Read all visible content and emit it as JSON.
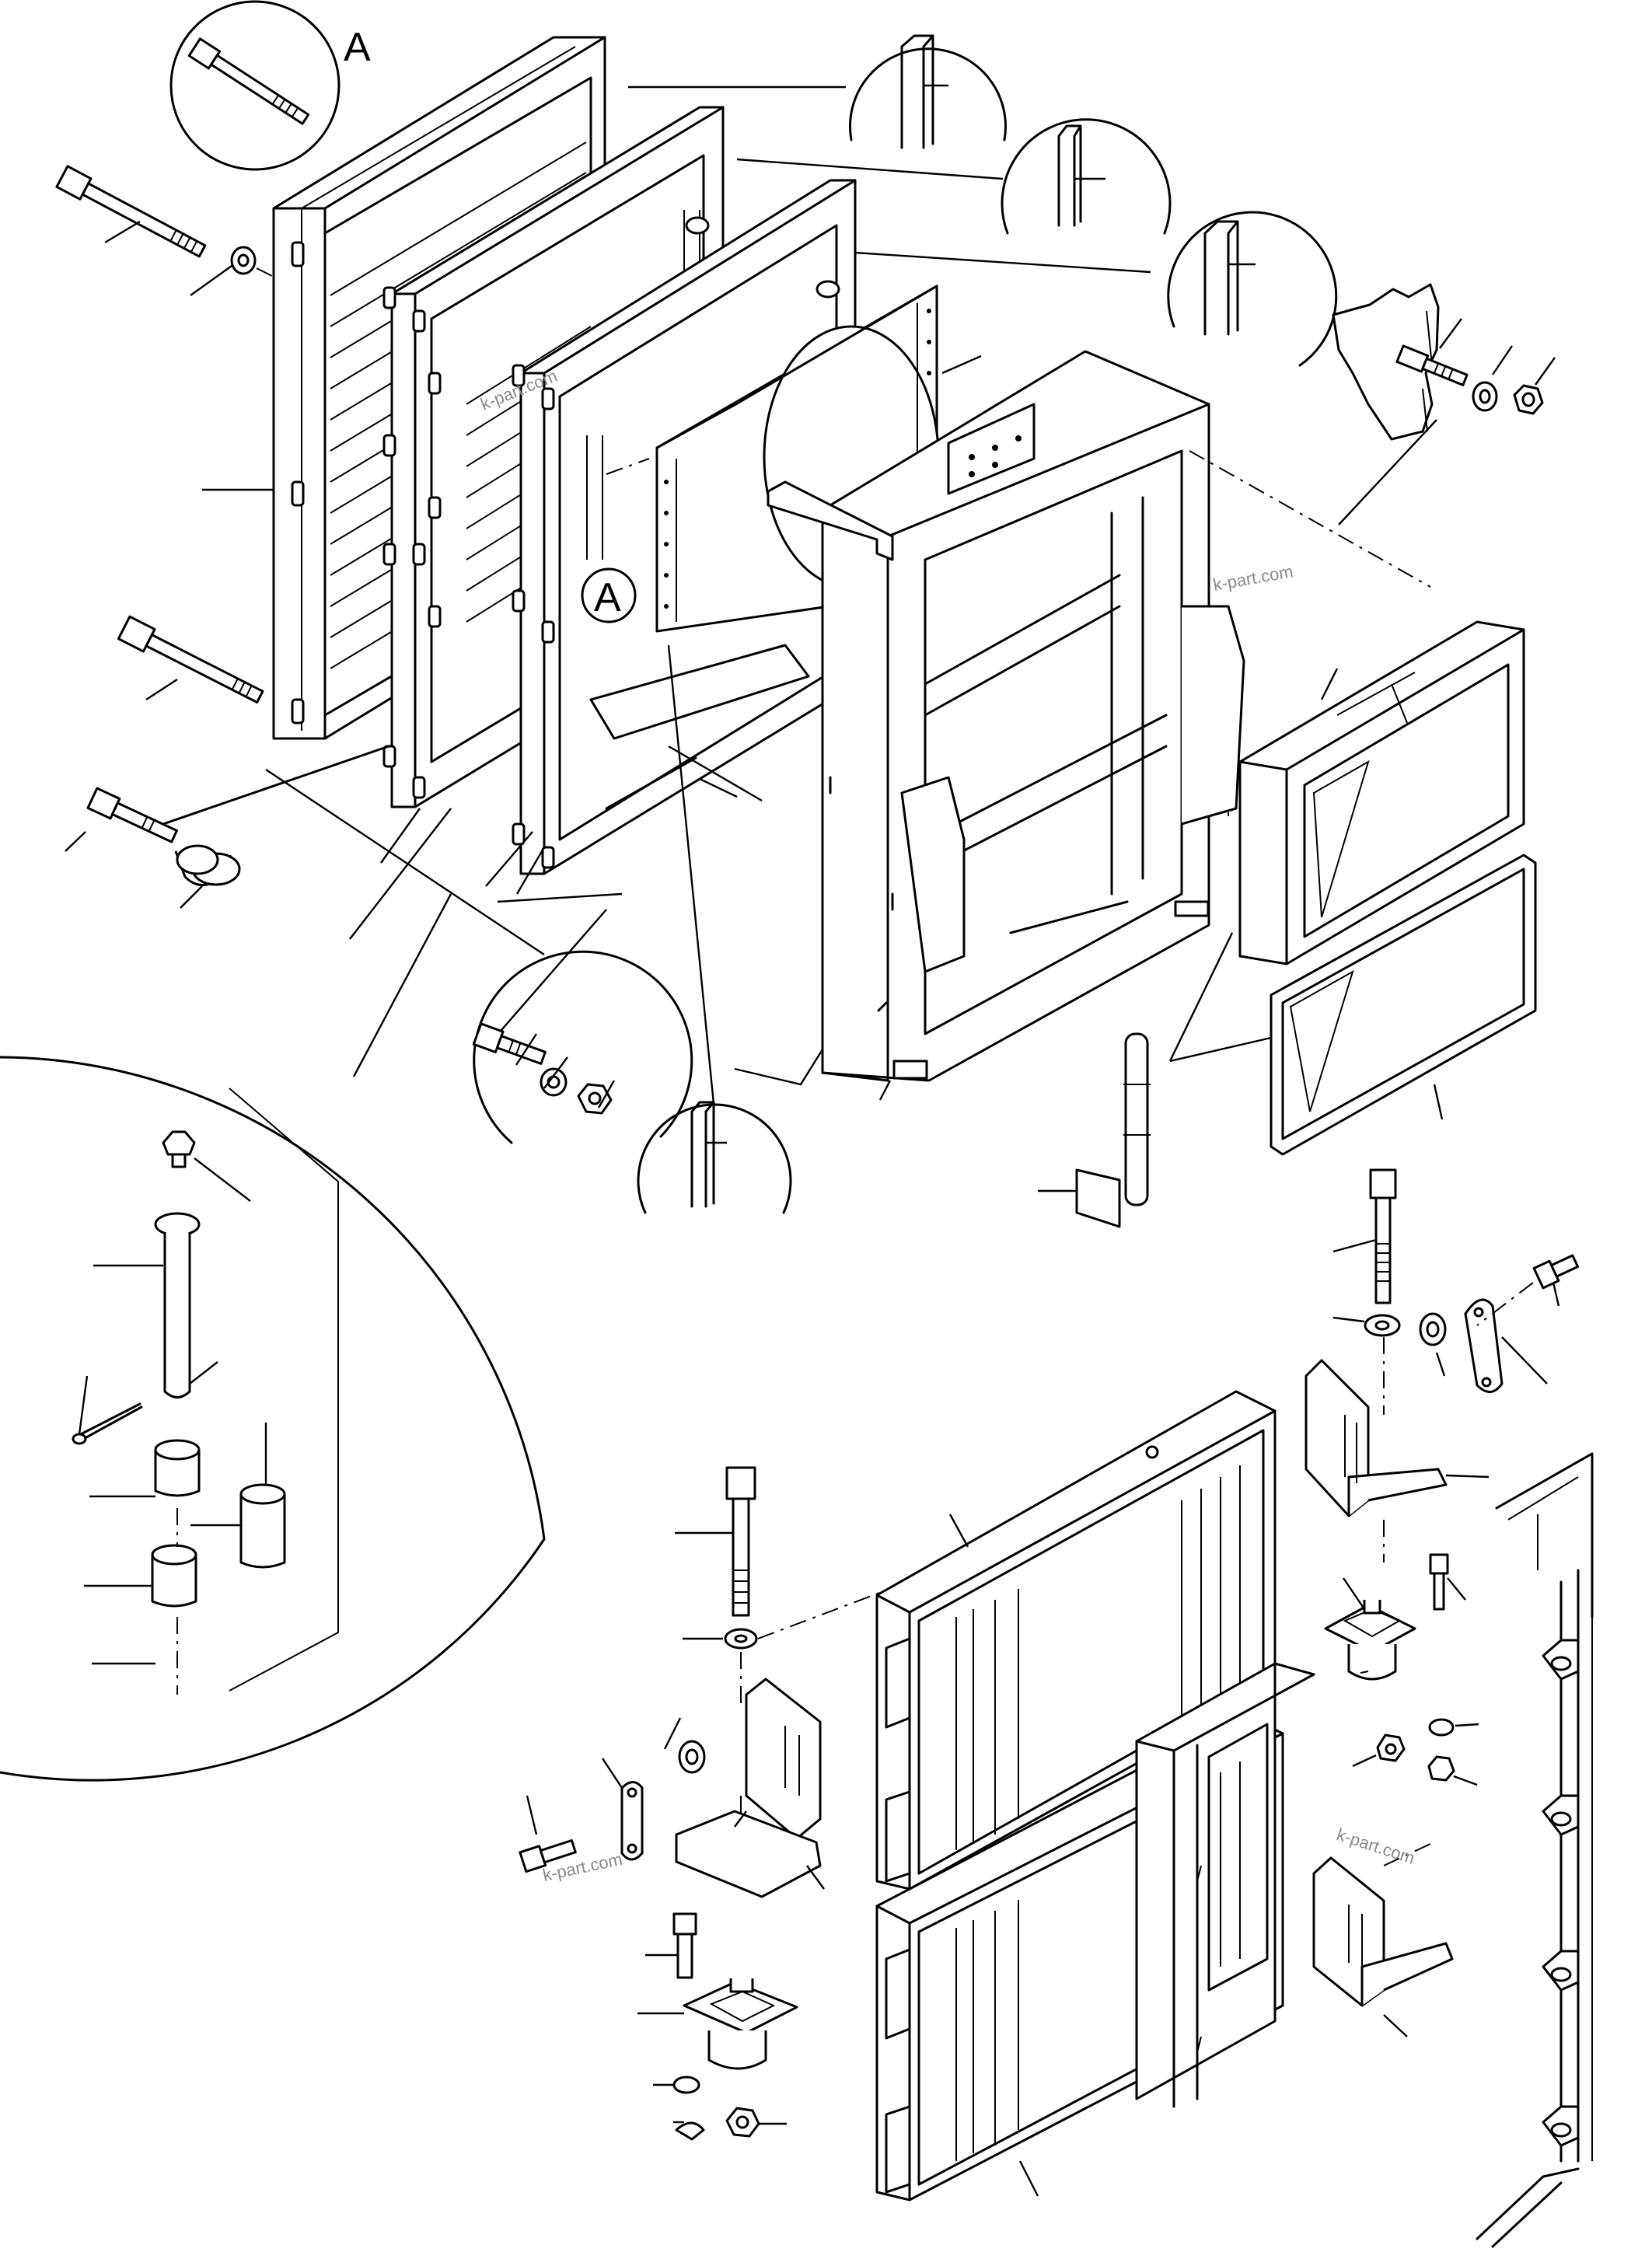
{
  "diagram": {
    "detail_callout_letter": "A",
    "detail_marker_letter": "A",
    "watermarks": [
      "k-part.com",
      "k-part.com",
      "k-part.com",
      "k-part.com"
    ],
    "colors": {
      "line": "#000000",
      "background": "#ffffff",
      "watermark": "#8a8a8a"
    }
  }
}
